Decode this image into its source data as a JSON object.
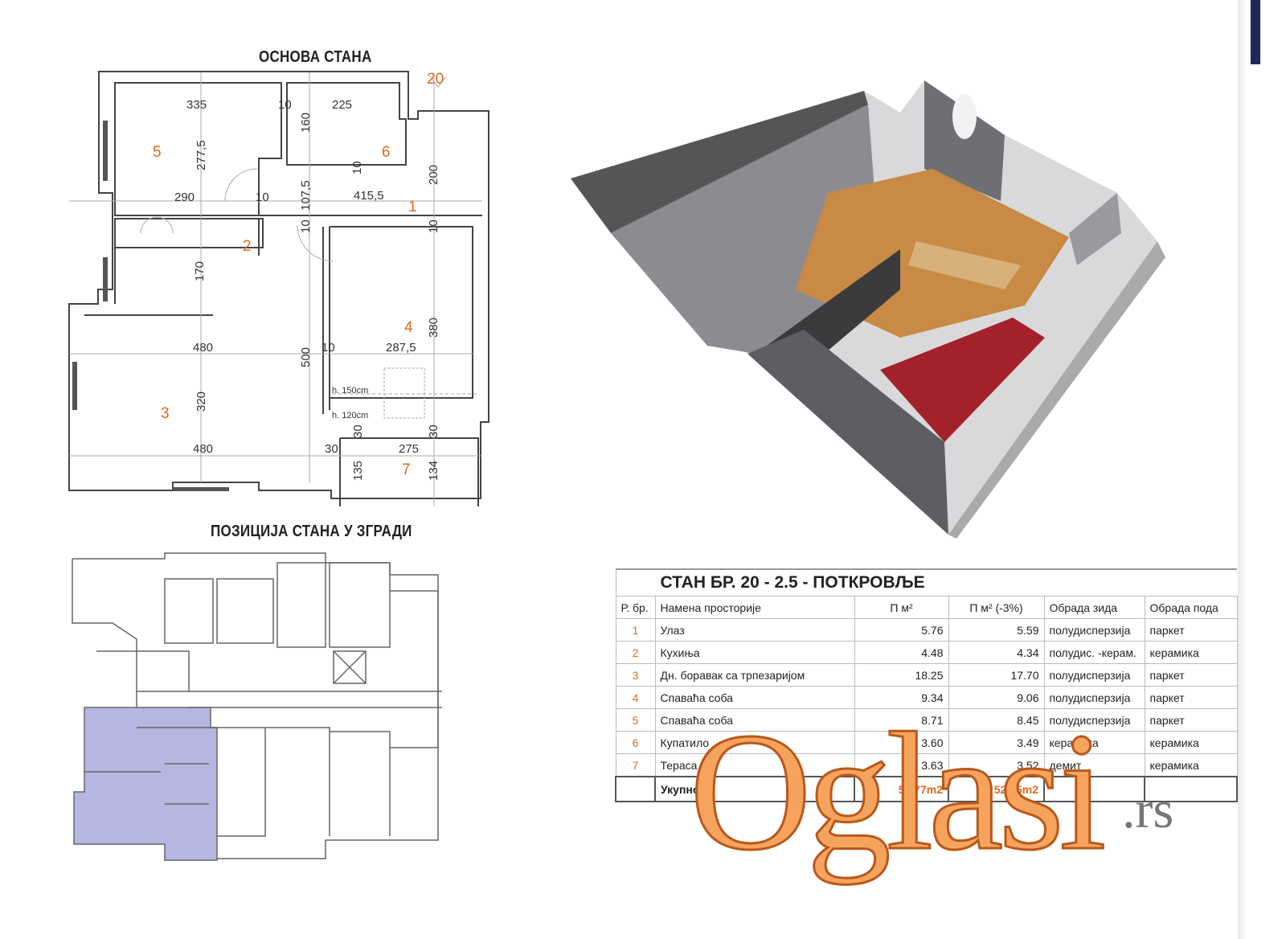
{
  "plan": {
    "title": "ОСНОВА СТАНА",
    "apartment_marker": "20",
    "dimensions": [
      "335",
      "10",
      "225",
      "160",
      "277,5",
      "10",
      "290",
      "10",
      "107,5",
      "415,5",
      "200",
      "10",
      "10",
      "170",
      "480",
      "500",
      "10",
      "287,5",
      "380",
      "320",
      "480",
      "30",
      "30",
      "30",
      "275",
      "135",
      "134"
    ],
    "heights": [
      "h. 150cm",
      "h. 120cm"
    ],
    "room_numbers": [
      "1",
      "2",
      "3",
      "4",
      "5",
      "6",
      "7"
    ]
  },
  "position": {
    "title": "ПОЗИЦИЈА СТАНА У ЗГРАДИ",
    "highlight_color": "#b5b7e2"
  },
  "table": {
    "title": "СТАН БР.    20 - 2.5 -  ПОТКРОВЉЕ",
    "headers": [
      "Р. бр.",
      "Намена просторије",
      "П м²",
      "П м² (-3%)",
      "Обрада зида",
      "Обрада пода"
    ],
    "rows": [
      {
        "no": "1",
        "name": "Улаз",
        "area": "5.76",
        "area_net": "5.59",
        "wall": "полудисперзија",
        "floor": "паркет"
      },
      {
        "no": "2",
        "name": "Кухиња",
        "area": "4.48",
        "area_net": "4.34",
        "wall": "полудис. -керам.",
        "floor": "керамика"
      },
      {
        "no": "3",
        "name": "Дн. боравак са трпезаријом",
        "area": "18.25",
        "area_net": "17.70",
        "wall": "полудисперзија",
        "floor": "паркет"
      },
      {
        "no": "4",
        "name": "Спаваћа соба",
        "area": "9.34",
        "area_net": "9.06",
        "wall": "полудисперзија",
        "floor": "паркет"
      },
      {
        "no": "5",
        "name": "Спаваћа соба",
        "area": "8.71",
        "area_net": "8.45",
        "wall": "полудисперзија",
        "floor": "паркет"
      },
      {
        "no": "6",
        "name": "Купатило",
        "area": "3.60",
        "area_net": "3.49",
        "wall": "керамика",
        "floor": "керамика"
      },
      {
        "no": "7",
        "name": "Тераса",
        "area": "3.63",
        "area_net": "3.52",
        "wall": "демит",
        "floor": "керамика"
      }
    ],
    "total_label": "Укупно:",
    "total_area": "53.77m2",
    "total_area_net": "52.15m2"
  },
  "watermark": {
    "main": "Oglasi",
    "suffix": ".rs"
  }
}
